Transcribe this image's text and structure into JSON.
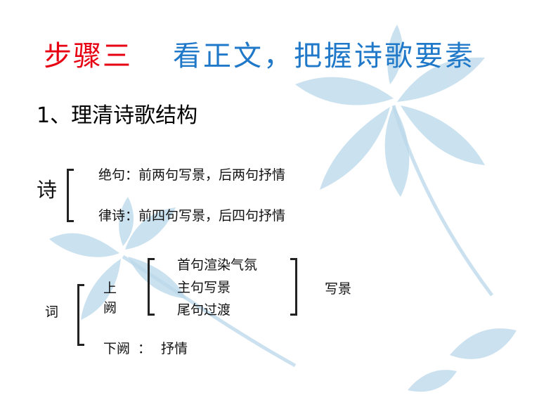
{
  "title": {
    "step": "步骤三",
    "heading": "看正文，把握诗歌要素",
    "step_color": "#e60012",
    "heading_color": "#1f78c8"
  },
  "subtitle": "1、理清诗歌结构",
  "poem": {
    "label": "诗",
    "items": [
      "绝句：前两句写景，后两句抒情",
      "律诗：前四句写景，后四句抒情"
    ]
  },
  "ci": {
    "label": "词",
    "shangque": {
      "char1": "上",
      "char2": "阙"
    },
    "shangque_items": [
      "首句渲染气氛",
      "主句写景",
      "尾句过渡"
    ],
    "shangque_summary": "写景",
    "xiaque": {
      "label": "下阙",
      "colon": "：",
      "value": "抒情"
    }
  },
  "decoration": {
    "flower_color": "#b9d7ea"
  }
}
